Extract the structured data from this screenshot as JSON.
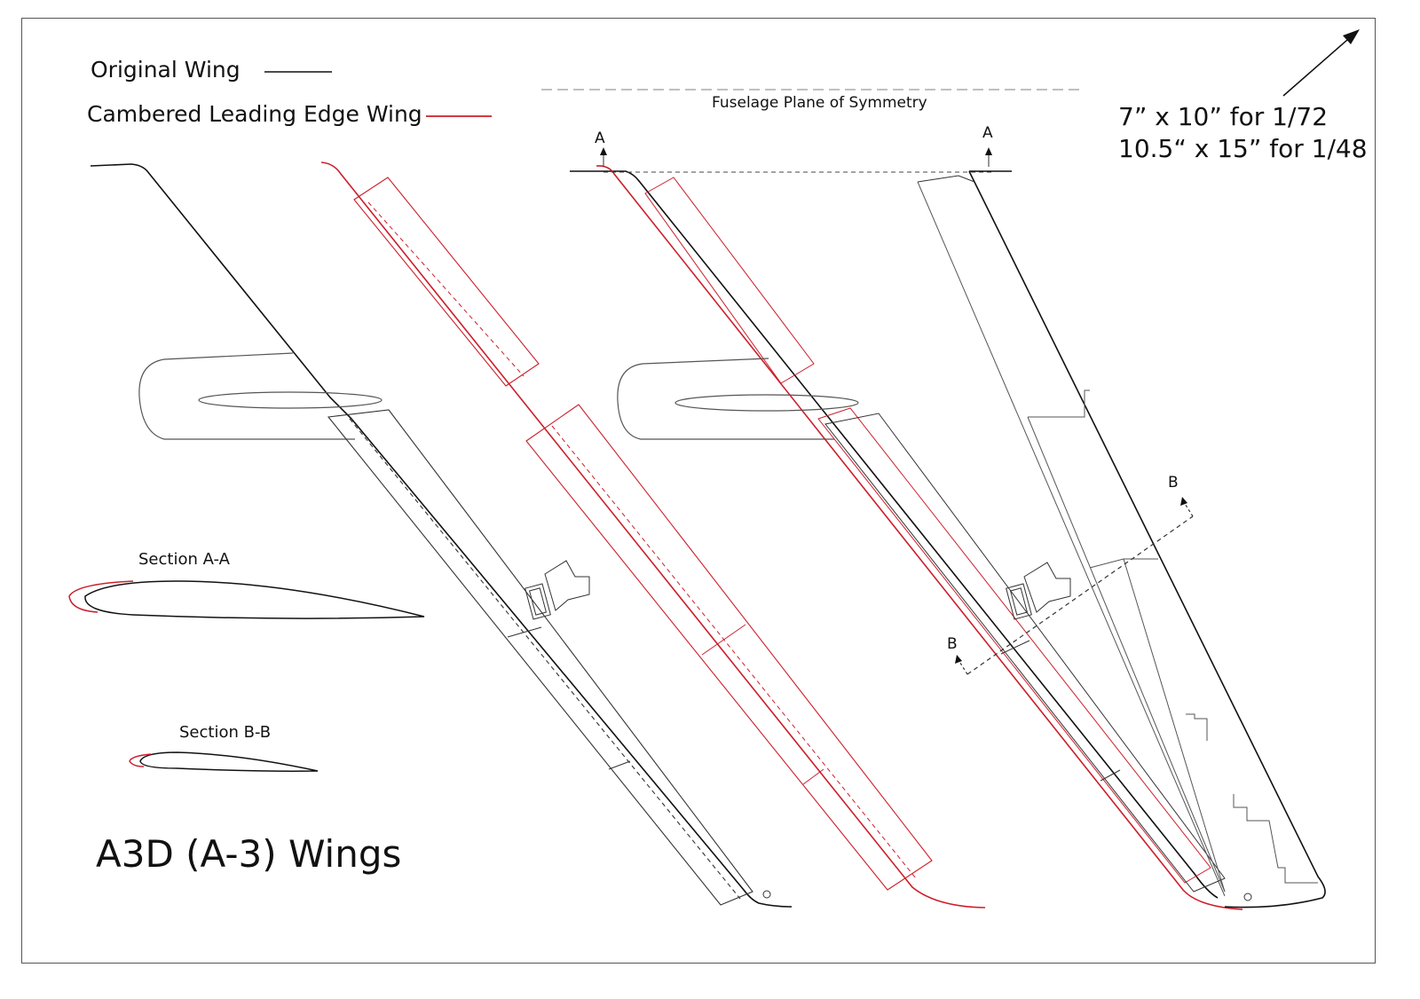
{
  "colors": {
    "original": "#111111",
    "cambered": "#cc1f2a",
    "detail": "#333333",
    "dashed": "#999999"
  },
  "legend": {
    "original_label": "Original Wing",
    "cambered_label": "Cambered Leading Edge Wing"
  },
  "fuselage_label": "Fuselage Plane of Symmetry",
  "scale": {
    "line1": "7” x 10” for 1/72",
    "line2": "10.5“ x 15” for 1/48"
  },
  "sections": {
    "a": "Section A-A",
    "b": "Section B-B"
  },
  "cut_marks": {
    "a": "A",
    "b": "B"
  },
  "title": "A3D (A-3) Wings",
  "icons": [
    "direction-arrow-icon",
    "cut-arrow-icon"
  ]
}
